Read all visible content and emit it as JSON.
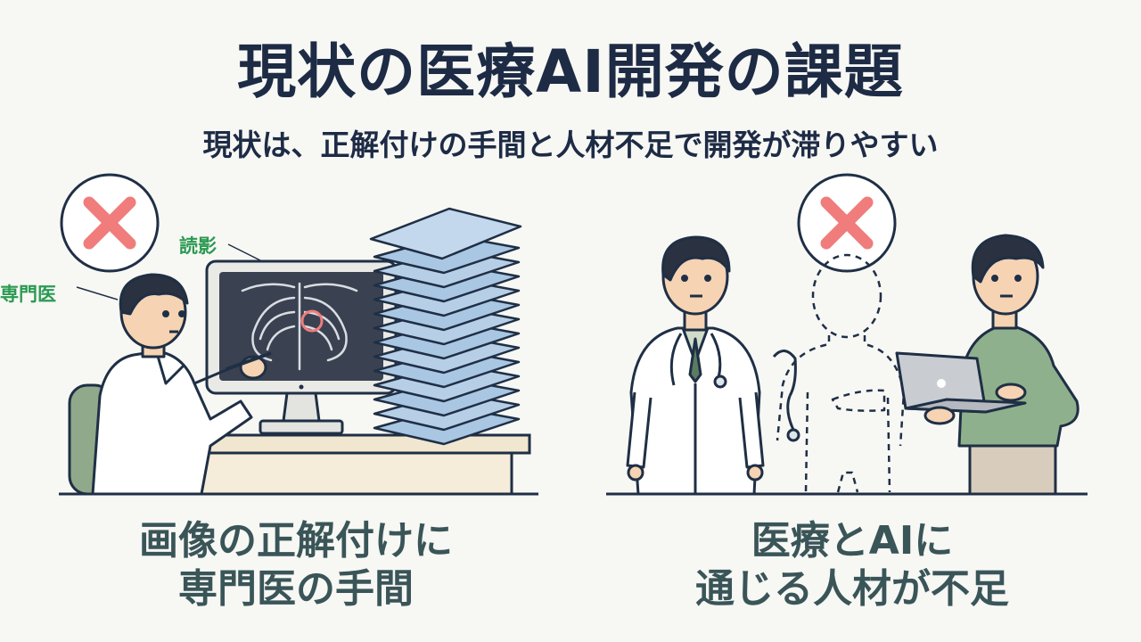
{
  "header": {
    "title": "現状の医療AI開発の課題",
    "subtitle": "現状は、正解付けの手間と人材不足で開発が滞りやすい"
  },
  "left_panel": {
    "caption_line1": "画像の正解付けに",
    "caption_line2": "専門医の手間",
    "label_specialist": "専門医",
    "label_reading": "読影",
    "status_icon": "cross-mark-icon"
  },
  "right_panel": {
    "caption_line1": "医療とAIに",
    "caption_line2": "通じる人材が不足",
    "status_icon": "cross-mark-icon"
  },
  "colors": {
    "cross": "#f07c7c",
    "tag_green": "#2c9a52",
    "caption": "#3a5558",
    "film": "#a9c6e3"
  }
}
